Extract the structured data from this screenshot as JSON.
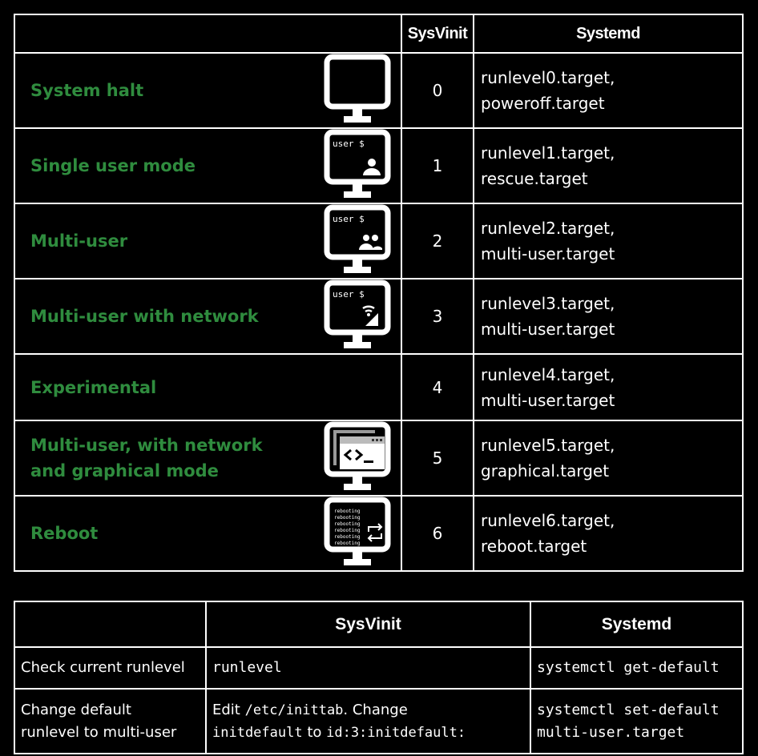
{
  "table1": {
    "headers": [
      "",
      "SysVinit",
      "Systemd"
    ],
    "rows": [
      {
        "name": "System halt",
        "icon": "monitor-blank-icon",
        "level": "0",
        "targets": [
          "runlevel0.target,",
          "poweroff.target"
        ]
      },
      {
        "name": "Single user mode",
        "icon": "monitor-single-user-icon",
        "icon_text": "user $",
        "level": "1",
        "targets": [
          "runlevel1.target,",
          "rescue.target"
        ]
      },
      {
        "name": "Multi-user",
        "icon": "monitor-multi-user-icon",
        "icon_text": "user $",
        "level": "2",
        "targets": [
          "runlevel2.target,",
          "multi-user.target"
        ]
      },
      {
        "name": "Multi-user with network",
        "icon": "monitor-network-icon",
        "icon_text": "user $",
        "level": "3",
        "targets": [
          "runlevel3.target,",
          "multi-user.target"
        ]
      },
      {
        "name": "Experimental",
        "level": "4",
        "targets": [
          "runlevel4.target,",
          "multi-user.target"
        ]
      },
      {
        "name_lines": [
          "Multi-user, with network",
          "and graphical mode"
        ],
        "icon": "monitor-graphical-icon",
        "level": "5",
        "targets": [
          "runlevel5.target,",
          "graphical.target"
        ]
      },
      {
        "name": "Reboot",
        "icon": "monitor-reboot-icon",
        "icon_text": "rebooting",
        "level": "6",
        "targets": [
          "runlevel6.target,",
          "reboot.target"
        ]
      }
    ]
  },
  "table2": {
    "headers": [
      "",
      "SysVinit",
      "Systemd"
    ],
    "rows": [
      {
        "task": "Check current runlevel",
        "sysvinit": "runlevel",
        "systemd": "systemctl get-default"
      },
      {
        "task_lines": [
          "Change default",
          "runlevel to multi-user"
        ],
        "sysvinit_parts": [
          "Edit ",
          "/etc/inittab",
          ". Change",
          "initdefault",
          " to ",
          "id:3:initdefault:"
        ],
        "systemd_lines": [
          "systemctl set-default",
          "multi-user.target"
        ]
      }
    ]
  },
  "colors": {
    "accent": "#2f8c3e",
    "background": "#000000",
    "border": "#ffffff"
  }
}
